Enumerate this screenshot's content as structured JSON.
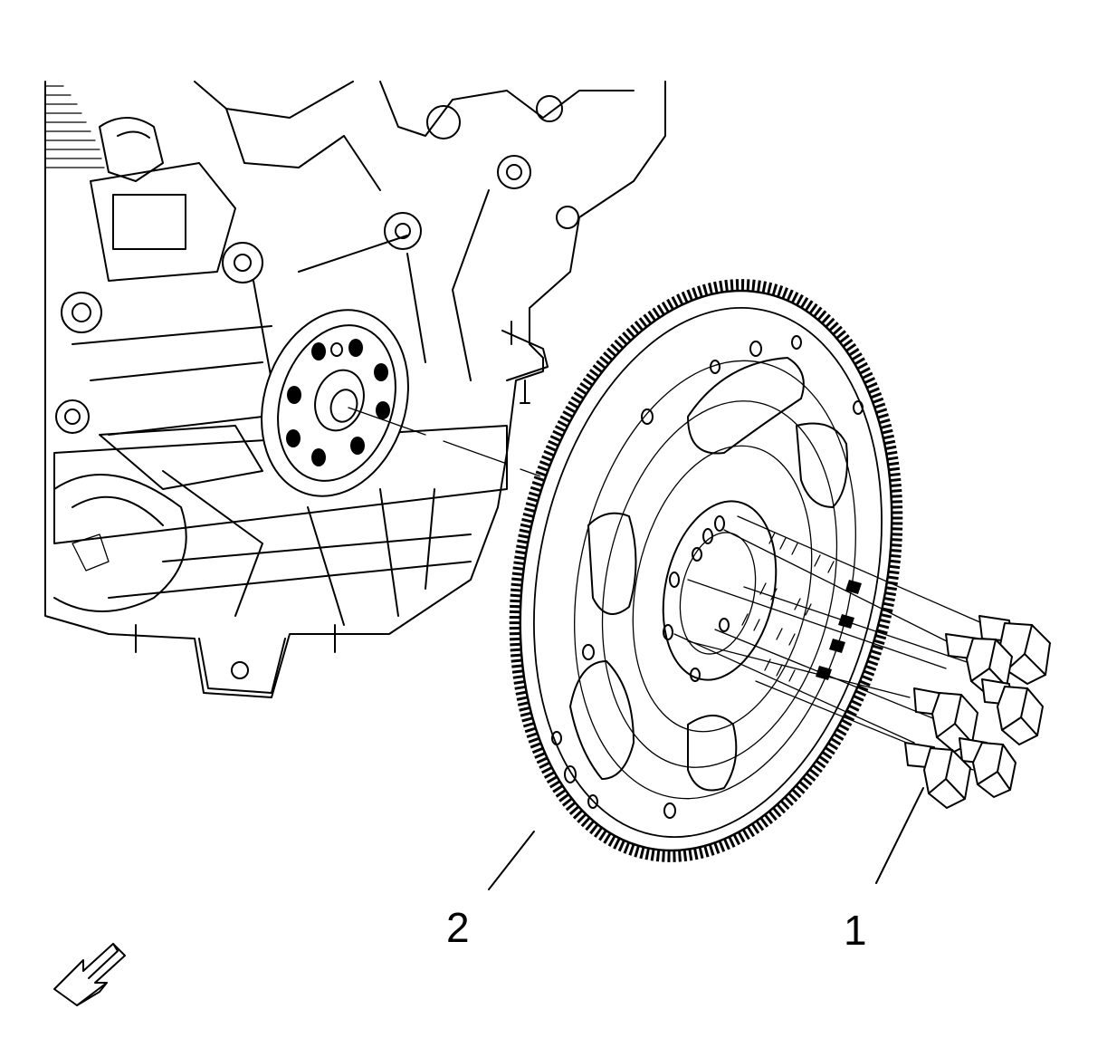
{
  "figure": {
    "callouts": [
      {
        "id": "1",
        "label": "1",
        "part": "bolts"
      },
      {
        "id": "2",
        "label": "2",
        "part": "flywheel"
      }
    ],
    "view_arrow_icon": "front-direction-arrow-icon"
  }
}
